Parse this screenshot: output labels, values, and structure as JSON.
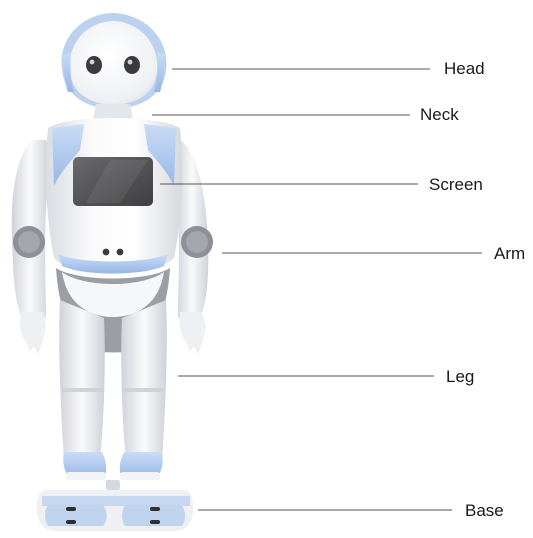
{
  "labels": {
    "head": "Head",
    "neck": "Neck",
    "screen": "Screen",
    "arm": "Arm",
    "leg": "Leg",
    "base": "Base"
  },
  "colors": {
    "body": "#f4f5f7",
    "accent": "#a9c6ee",
    "screen": "#4f4f51",
    "line": "#555555",
    "text": "#1a1a1a"
  }
}
